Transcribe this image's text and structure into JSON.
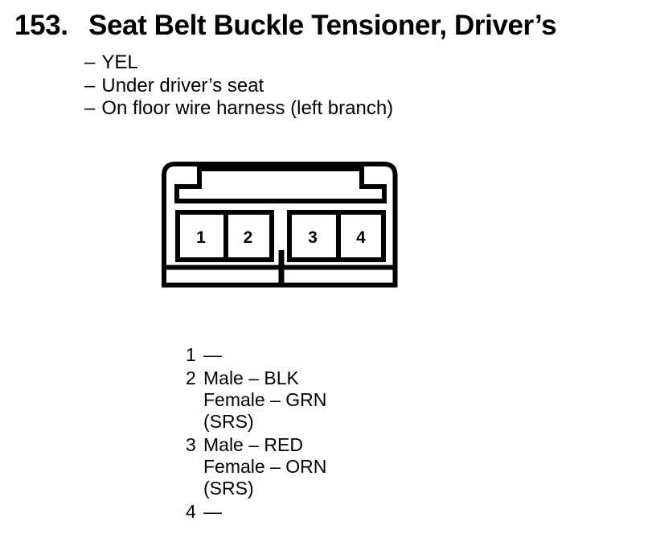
{
  "colors": {
    "ink": "#000000",
    "paper": "#ffffff"
  },
  "header": {
    "number": "153.",
    "title": "Seat Belt Buckle Tensioner, Driver’s"
  },
  "notes": {
    "dash": "–",
    "items": [
      "YEL",
      "Under driver’s seat",
      "On floor wire harness (left branch)"
    ]
  },
  "connector": {
    "pins": [
      "1",
      "2",
      "3",
      "4"
    ]
  },
  "legend": {
    "items": [
      {
        "pin": "1",
        "lines": [
          "—"
        ]
      },
      {
        "pin": "2",
        "lines": [
          "Male – BLK",
          "Female – GRN",
          "(SRS)"
        ]
      },
      {
        "pin": "3",
        "lines": [
          "Male – RED",
          "Female – ORN",
          "(SRS)"
        ]
      },
      {
        "pin": "4",
        "lines": [
          "—"
        ]
      }
    ]
  }
}
